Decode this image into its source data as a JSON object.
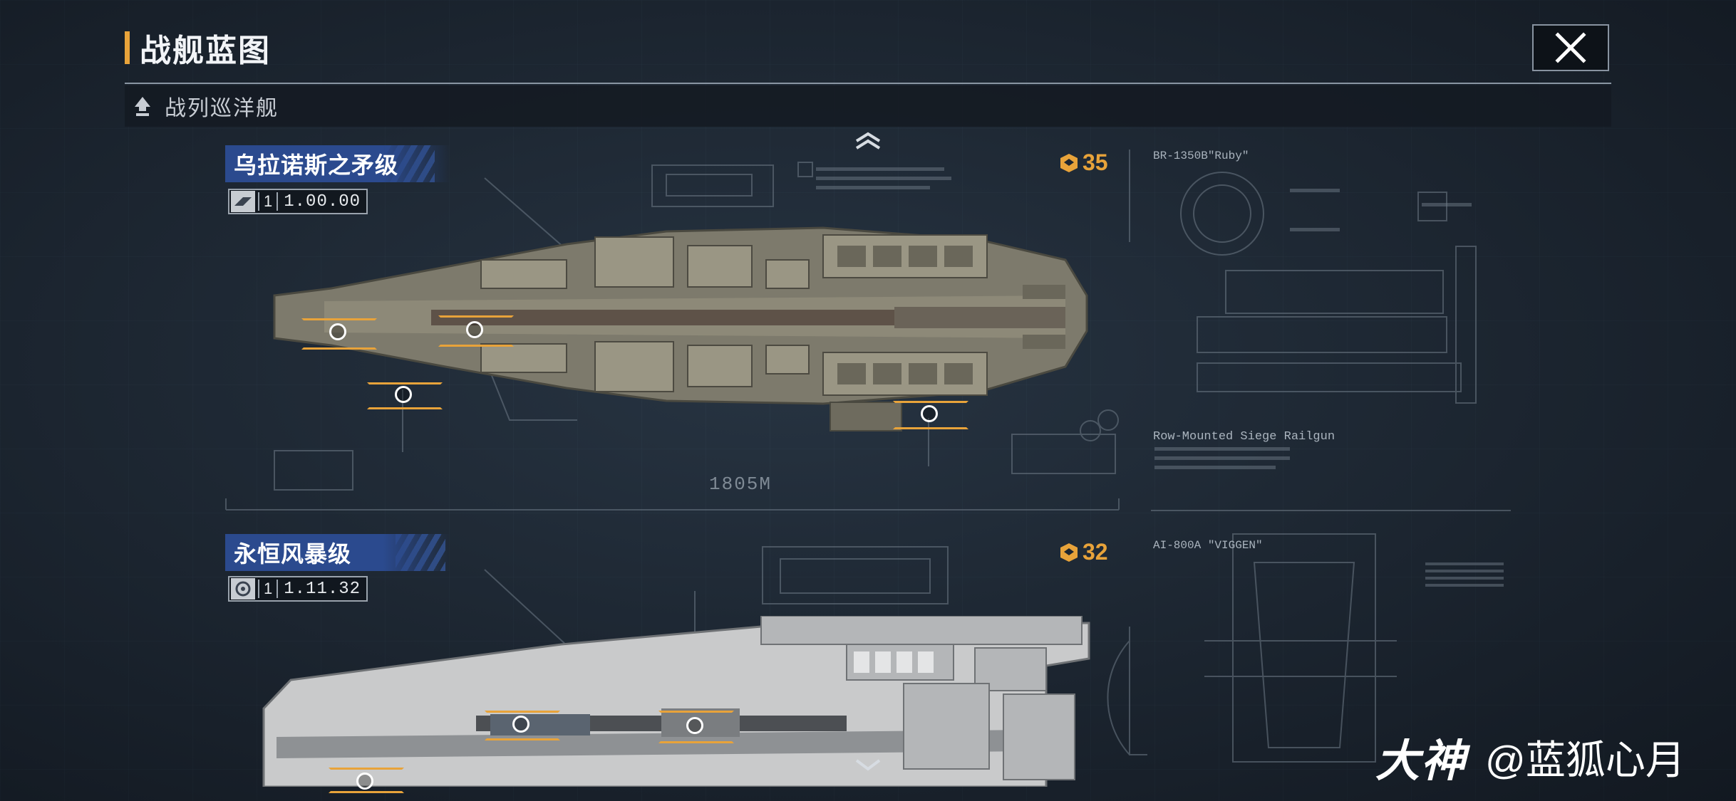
{
  "header": {
    "title": "战舰蓝图",
    "close_icon": "close-icon"
  },
  "category": {
    "label": "战列巡洋舰",
    "icon": "ship-class-icon"
  },
  "ships": [
    {
      "name": "乌拉诺斯之矛级",
      "tier": "1",
      "version": "1.00.00",
      "cost": "35",
      "length_label": "1805M",
      "blueprint_title": "BR-1350B\"Ruby\"",
      "blueprint_caption": "Row-Mounted Siege Railgun"
    },
    {
      "name": "永恒风暴级",
      "tier": "1",
      "version": "1.11.32",
      "cost": "32",
      "blueprint_title": "AI-800A \"VIGGEN\""
    }
  ],
  "watermark": {
    "logo": "大神",
    "user": "@蓝狐心月"
  },
  "colors": {
    "accent": "#e8a33a",
    "name_plate": "#2b4a8e",
    "background": "#1c2530"
  }
}
